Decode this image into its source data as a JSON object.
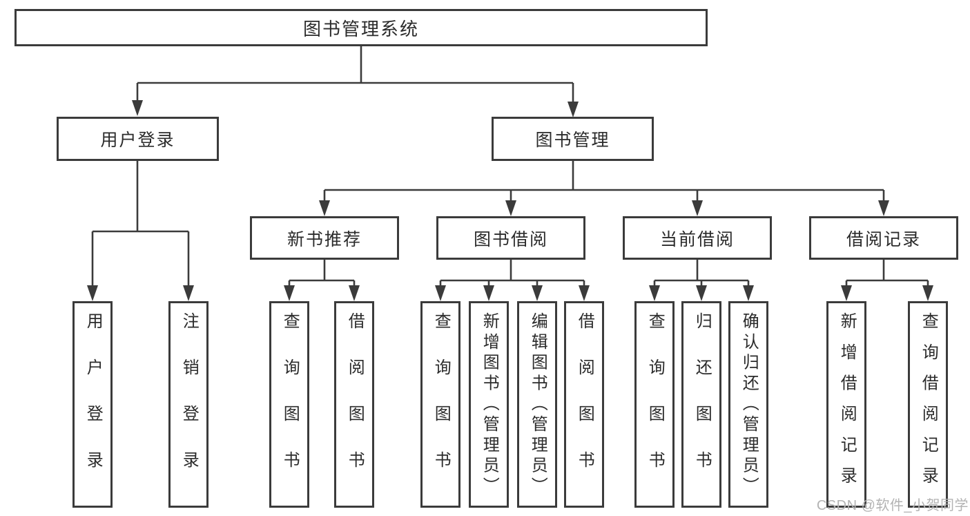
{
  "tree": {
    "label": "图书管理系统",
    "children": [
      {
        "label": "用户登录",
        "children": [
          {
            "label": "用户登录"
          },
          {
            "label": "注销登录"
          }
        ]
      },
      {
        "label": "图书管理",
        "children": [
          {
            "label": "新书推荐",
            "children": [
              {
                "label": "查询图书"
              },
              {
                "label": "借阅图书"
              }
            ]
          },
          {
            "label": "图书借阅",
            "children": [
              {
                "label": "查询图书"
              },
              {
                "label": "新增图书（管理员）"
              },
              {
                "label": "编辑图书（管理员）"
              },
              {
                "label": "借阅图书"
              }
            ]
          },
          {
            "label": "当前借阅",
            "children": [
              {
                "label": "查询图书"
              },
              {
                "label": "归还图书"
              },
              {
                "label": "确认归还（管理员）"
              }
            ]
          },
          {
            "label": "借阅记录",
            "children": [
              {
                "label": "新增借阅记录"
              },
              {
                "label": "查询借阅记录"
              }
            ]
          }
        ]
      }
    ]
  },
  "watermark": {
    "text": "CSDN @软件_小贺同学"
  },
  "colors": {
    "line": "#3b3b3b",
    "box_border": "#3b3b3b",
    "text": "#2b2b2b",
    "watermark": "#b3b3b3",
    "background": "#ffffff"
  }
}
